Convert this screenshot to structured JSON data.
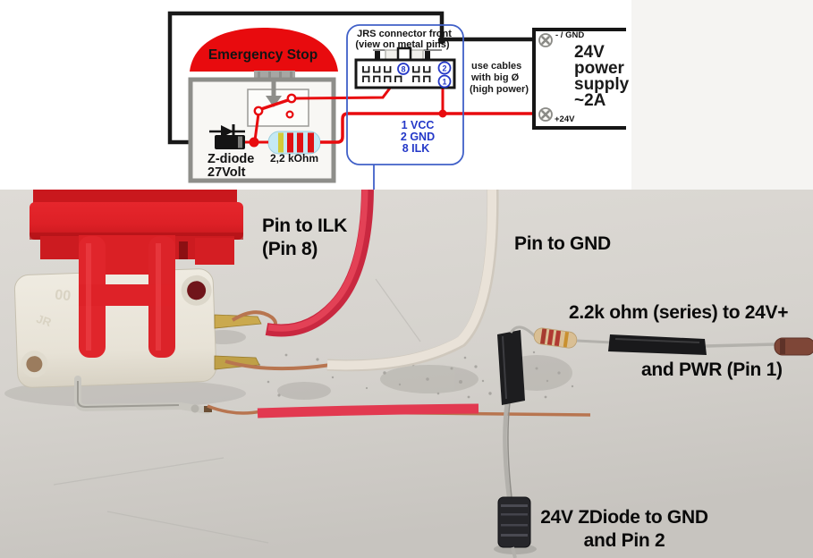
{
  "schematic": {
    "estop_label": "Emergency Stop",
    "zdiode": [
      "Z-diode",
      "27Volt"
    ],
    "resistor_label": "2,2 kOhm",
    "connector": {
      "title": [
        "JRS  connector front",
        "(view on metal pins)"
      ],
      "pins": {
        "p8": "8",
        "p2": "2",
        "p1": "1"
      },
      "legend": [
        "1 VCC",
        "2 GND",
        "8 ILK"
      ]
    },
    "cable_note": [
      "use cables",
      "with big Ø",
      "(high power)"
    ],
    "psu": {
      "terminals": {
        "gnd": "- / GND",
        "plus": "+24V"
      },
      "label": [
        "24V",
        "power",
        "supply",
        "~2A"
      ]
    }
  },
  "photo": {
    "annotations": {
      "ilk": [
        "Pin to ILK",
        "(Pin 8)"
      ],
      "gnd": "Pin to GND",
      "resistor": "2.2k ohm (series) to 24V+",
      "pwr": "and PWR (Pin 1)",
      "zdiode": [
        "24V ZDiode to GND",
        "and Pin 2"
      ]
    }
  },
  "colors": {
    "schematic_red": "#e80b0e",
    "schematic_blue": "#2438c8",
    "wire_black": "#181818",
    "button_red": "#df2127",
    "red_wire_sleeve": "#e23950",
    "copper": "#b87550",
    "photo_background": "#d6d3ce",
    "annotation_text": "#0a0a0a"
  }
}
